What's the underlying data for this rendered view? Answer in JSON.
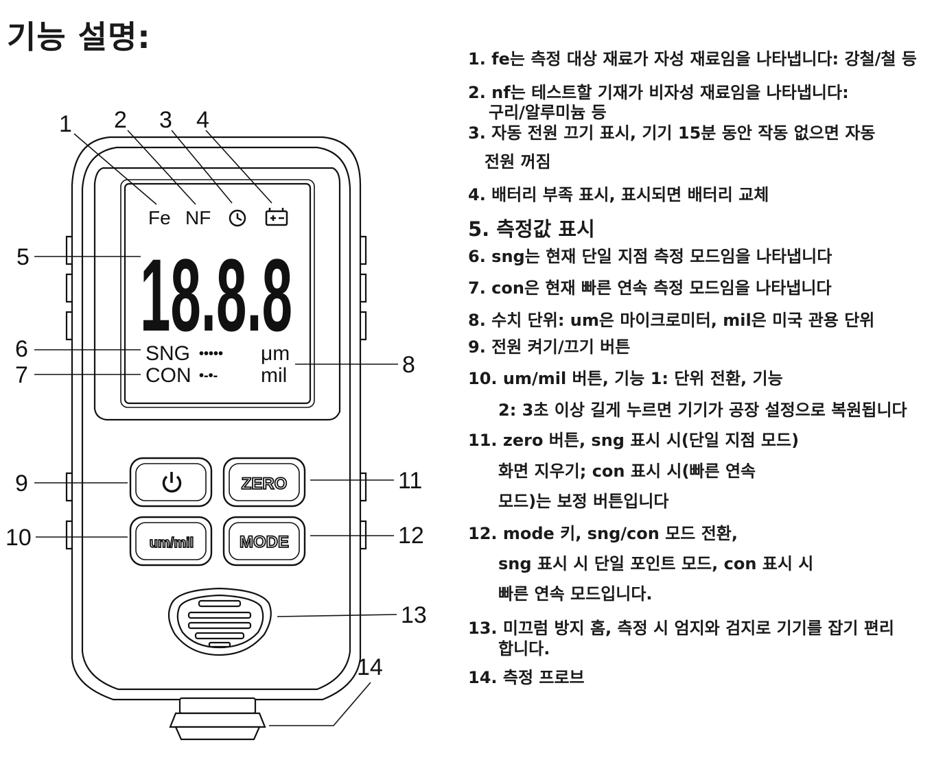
{
  "title": "기능 설명:",
  "device": {
    "lcd": {
      "fe": "Fe",
      "nf": "NF",
      "digits": "18.8.8",
      "sng": "SNG",
      "con": "CON",
      "um": "μm",
      "mil": "mil"
    },
    "buttons": {
      "power_icon": "power-icon",
      "zero": "ZERO",
      "unit": "um/mil",
      "mode": "MODE"
    }
  },
  "callouts": [
    "1",
    "2",
    "3",
    "4",
    "5",
    "6",
    "7",
    "8",
    "9",
    "10",
    "11",
    "12",
    "13",
    "14"
  ],
  "descriptions": [
    "1. fe는 측정 대상 재료가 자성 재료임을 나타냅니다: 강철/철 등",
    "2. nf는 테스트할 기재가 비자성 재료임을 나타냅니다:",
    "구리/알루미늄 등",
    "3. 자동 전원 끄기 표시, 기기 15분 동안 작동 없으면 자동",
    "전원 꺼짐",
    "4. 배터리 부족 표시, 표시되면 배터리 교체",
    "5. 측정값 표시",
    "6. sng는 현재 단일 지점 측정 모드임을 나타냅니다",
    "7. con은 현재 빠른 연속 측정 모드임을 나타냅니다",
    "8. 수치 단위: um은 마이크로미터, mil은 미국 관용 단위",
    "9. 전원 켜기/끄기 버튼",
    "10. um/mil 버튼, 기능 1: 단위 전환, 기능",
    "2: 3초 이상 길게 누르면 기기가 공장 설정으로 복원됩니다",
    "11. zero 버튼, sng 표시 시(단일 지점 모드)",
    "화면 지우기; con 표시 시(빠른 연속",
    "모드)는 보정 버튼입니다",
    "12. mode 키, sng/con 모드 전환,",
    "sng 표시 시 단일 포인트 모드, con 표시 시",
    "빠른 연속 모드입니다.",
    "13. 미끄럼 방지 홈, 측정 시 엄지와 검지로 기기를 잡기 편리",
    "합니다.",
    "14. 측정 프로브"
  ]
}
